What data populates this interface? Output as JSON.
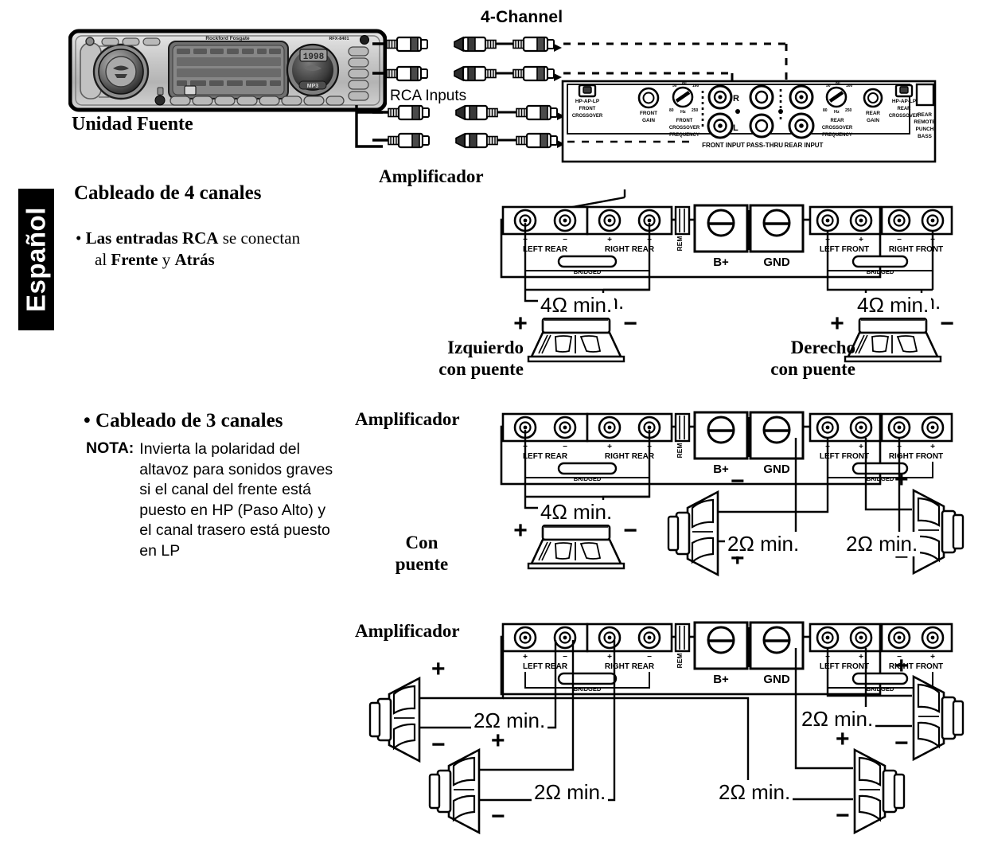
{
  "page": {
    "language_tab": "Español",
    "header_4channel": "4-Channel",
    "rca_inputs_label": "RCA Inputs",
    "source_unit_label": "Unidad Fuente",
    "amplifier_label": "Amplificador"
  },
  "section_4ch": {
    "title": "Cableado de 4 canales",
    "bullet": {
      "bold1": "Las entradas RCA",
      "plain1": " se conectan",
      "line2_plain": "al ",
      "line2_bold1": "Frente",
      "line2_mid": " y ",
      "line2_bold2": "Atrás"
    },
    "amp_label": "Amplificador",
    "left_speaker_line1": "Izquierdo",
    "left_speaker_line2": "con puente",
    "right_speaker_line1": "Derecho",
    "right_speaker_line2": "con puente",
    "impedance_left": "4Ω min.",
    "impedance_right": "4Ω min."
  },
  "section_3ch": {
    "title": "Cableado de 3 canales",
    "note_label": "NOTA:",
    "note_lines": [
      "Invierta la polaridad del",
      "altavoz para sonidos graves",
      "si el canal del frente está",
      "puesto en HP (Paso Alto) y",
      "el canal trasero está puesto",
      "en LP"
    ],
    "amp_label": "Amplificador",
    "bridged_label_line1": "Con",
    "bridged_label_line2": "puente",
    "impedance_bridged": "4Ω min.",
    "impedance_mid": "2Ω min.",
    "impedance_right": "2Ω min."
  },
  "section_4spk": {
    "amp_label": "Amplificador",
    "impedance_top_left": "2Ω min.",
    "impedance_bottom_left": "2Ω min.",
    "impedance_top_right": "2Ω min.",
    "impedance_bottom_right": "2Ω min."
  },
  "amp_panel": {
    "front_crossover_switch": "HP-AP-LP",
    "front_crossover_label_l1": "FRONT",
    "front_crossover_label_l2": "CROSSOVER",
    "front_gain_l1": "FRONT",
    "front_gain_l2": "GAIN",
    "front_freq_l1": "FRONT",
    "front_freq_l2": "CROSSOVER",
    "front_freq_l3": "FREQUENCY",
    "front_input": "FRONT INPUT",
    "pass_thru": "PASS-THRU",
    "rear_input": "REAR INPUT",
    "rear_freq_l1": "REAR",
    "rear_freq_l2": "CROSSOVER",
    "rear_freq_l3": "FREQUENCY",
    "rear_gain_l1": "REAR",
    "rear_gain_l2": "GAIN",
    "rear_crossover_switch": "HP-AP-LP",
    "rear_crossover_label_l1": "REAR",
    "rear_crossover_label_l2": "CROSSOVER",
    "rear_remote_l1": "REAR",
    "rear_remote_l2": "REMOTE",
    "rear_remote_l3": "PUNCH",
    "rear_remote_l4": "BASS",
    "channel_r": "R",
    "channel_l": "L",
    "knob_ticks": [
      "50",
      "80",
      "120",
      "160",
      "Hz",
      "250"
    ]
  },
  "terminal_block": {
    "left_rear": "LEFT REAR",
    "right_rear": "RIGHT REAR",
    "left_front": "LEFT FRONT",
    "right_front": "RIGHT FRONT",
    "rem": "REM",
    "b_plus": "B+",
    "gnd": "GND",
    "bridged": "BRIDGED",
    "plus": "+",
    "minus": "−"
  },
  "head_unit": {
    "brand": "Rockford Fosgate",
    "display_value": "1998",
    "model": "RFX-8401",
    "mp3_badge": "MP3"
  },
  "colors": {
    "ink": "#000000",
    "paper": "#ffffff",
    "tab_bg": "#000000",
    "tab_text": "#ffffff",
    "metal_light": "#d8d8d8",
    "metal_mid": "#9a9a9a",
    "metal_dark": "#4a4a4a"
  }
}
